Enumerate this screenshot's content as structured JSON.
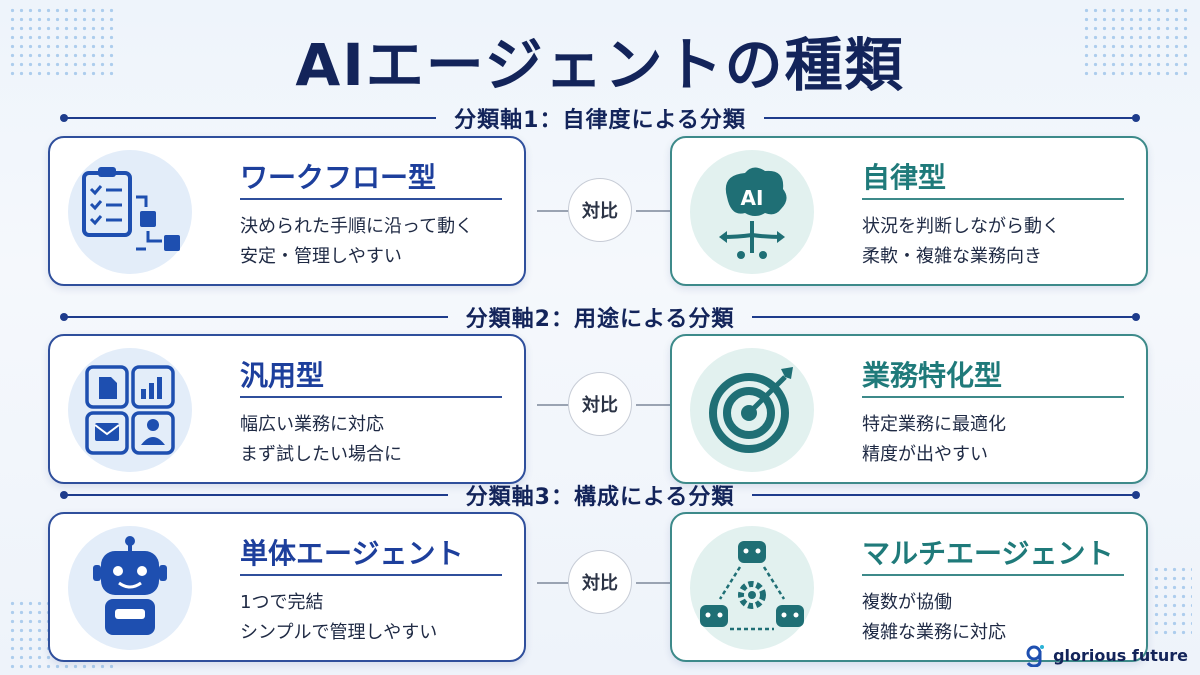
{
  "title": "AIエージェントの種類",
  "axes": [
    {
      "label": "分類軸1：自律度による分類",
      "vs": "対比",
      "left": {
        "name": "ワークフロー型",
        "lines": [
          "決められた手順に沿って動く",
          "安定・管理しやすい"
        ],
        "icon": "workflow-checklist-icon"
      },
      "right": {
        "name": "自律型",
        "lines": [
          "状況を判断しながら動く",
          "柔軟・複雑な業務向き"
        ],
        "icon": "ai-brain-icon"
      }
    },
    {
      "label": "分類軸2：用途による分類",
      "vs": "対比",
      "left": {
        "name": "汎用型",
        "lines": [
          "幅広い業務に対応",
          "まず試したい場合に"
        ],
        "icon": "multi-app-grid-icon"
      },
      "right": {
        "name": "業務特化型",
        "lines": [
          "特定業務に最適化",
          "精度が出やすい"
        ],
        "icon": "target-icon"
      }
    },
    {
      "label": "分類軸3：構成による分類",
      "vs": "対比",
      "left": {
        "name": "単体エージェント",
        "lines": [
          "1つで完結",
          "シンプルで管理しやすい"
        ],
        "icon": "robot-icon"
      },
      "right": {
        "name": "マルチエージェント",
        "lines": [
          "複数が協働",
          "複雑な業務に対応"
        ],
        "icon": "multi-robot-gear-icon"
      }
    }
  ],
  "brand": "glorious future",
  "colors": {
    "navy": "#13245a",
    "blue": "#1d3f9c",
    "teal": "#1f7a7a",
    "iconBlue": "#1e4fb0",
    "iconTeal": "#1f6f75"
  }
}
